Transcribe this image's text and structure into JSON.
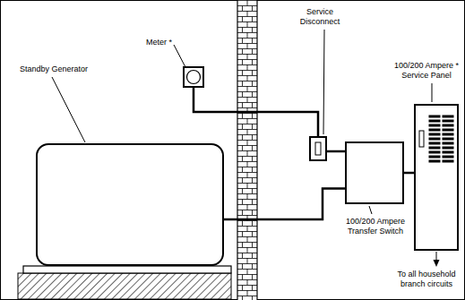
{
  "diagram": {
    "nodes": [
      {
        "text": [
          "Meter *"
        ]
      },
      {
        "text": [
          "Standby Generator"
        ]
      },
      {
        "text": [
          "Service Disconnect"
        ]
      },
      {
        "text": [
          "100/200 Ampere Transfer Switch"
        ]
      },
      {
        "text": [
          "100/200 Ampere * Service Panel"
        ]
      }
    ],
    "edges": [
      {
        "from": 0,
        "to": 2,
        "arrow": "none"
      },
      {
        "from": 2,
        "to": 3,
        "arrow": "none"
      },
      {
        "from": 1,
        "to": 3,
        "arrow": "none"
      },
      {
        "from": 3,
        "to": 4,
        "arrow": "none"
      }
    ],
    "labels": [
      "To all household branch circuits"
    ]
  }
}
